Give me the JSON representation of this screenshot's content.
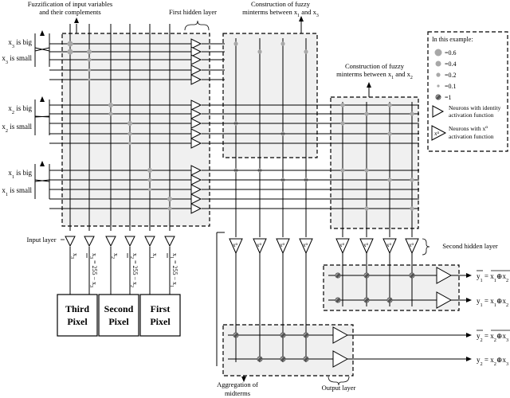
{
  "annotations": {
    "fuzzification": [
      "Fuzzification of input variables",
      "and their complements"
    ],
    "first_hidden_layer": "First hidden layer",
    "minterms_x1_x3": [
      "Construction of fuzzy",
      "minterms between x",
      "1",
      " and x",
      "3"
    ],
    "minterms_x1_x2": [
      "Construction of fuzzy",
      "minterms between x",
      "1",
      " and x",
      "2"
    ],
    "input_layer": "Input layer",
    "second_hidden_layer": "Second hidden layer",
    "aggregation": [
      "Aggregation of",
      "midterms"
    ],
    "output_layer": "Output layer"
  },
  "row_labels": [
    {
      "var": "x",
      "sub": "3",
      "state": " is big"
    },
    {
      "var": "x",
      "sub": "3",
      "state": " is small"
    },
    {
      "var": "x",
      "sub": "2",
      "state": " is big"
    },
    {
      "var": "x",
      "sub": "2",
      "state": " is small"
    },
    {
      "var": "x",
      "sub": "1",
      "state": " is big"
    },
    {
      "var": "x",
      "sub": "1",
      "state": " is small"
    }
  ],
  "pixels": [
    {
      "line1": "Third",
      "line2": "Pixel"
    },
    {
      "line1": "Second",
      "line2": "Pixel"
    },
    {
      "line1": "First",
      "line2": "Pixel"
    }
  ],
  "input_labels": [
    {
      "main": "x",
      "sub": "3",
      "bar": false,
      "rest": ""
    },
    {
      "main": "x",
      "sub": "3",
      "bar": true,
      "rest": " = 255 − x",
      "rest_sub": "3"
    },
    {
      "main": "x",
      "sub": "2",
      "bar": false,
      "rest": ""
    },
    {
      "main": "x",
      "sub": "2",
      "bar": true,
      "rest": " = 255 − x",
      "rest_sub": "2"
    },
    {
      "main": "x",
      "sub": "1",
      "bar": false,
      "rest": ""
    },
    {
      "main": "x",
      "sub": "1",
      "bar": true,
      "rest": " = 255 − x",
      "rest_sub": "1"
    }
  ],
  "legend": {
    "title": "In this example:",
    "weights": [
      "=0.6",
      "=0.4",
      "=0.2",
      "=0.1",
      "=1"
    ],
    "identity": [
      "Neurons with identity",
      "activation function"
    ],
    "power": [
      "Neurons with x",
      "α",
      " activation function"
    ],
    "power_symbol": "x",
    "power_sup": "α"
  },
  "power_neuron": {
    "base": "x",
    "sup": "α"
  },
  "outputs": [
    {
      "y": "y",
      "ysub": "1",
      "ybar": true,
      "rhs": [
        "x",
        "1",
        "⊕",
        "x",
        "2"
      ],
      "rhsbar": true
    },
    {
      "y": "y",
      "ysub": "1",
      "ybar": false,
      "rhs": [
        "x",
        "1",
        "⊕",
        "x",
        "2"
      ],
      "rhsbar": false
    },
    {
      "y": "y",
      "ysub": "2",
      "ybar": true,
      "rhs": [
        "x",
        "2",
        "⊕",
        "x",
        "3"
      ],
      "rhsbar": true
    },
    {
      "y": "y",
      "ysub": "2",
      "ybar": false,
      "rhs": [
        "x",
        "2",
        "⊕",
        "x",
        "3"
      ],
      "rhsbar": false
    }
  ],
  "colors": {
    "box_fill": "#f0f0f0",
    "dot": "#a8a8a8",
    "line": "#000000"
  }
}
